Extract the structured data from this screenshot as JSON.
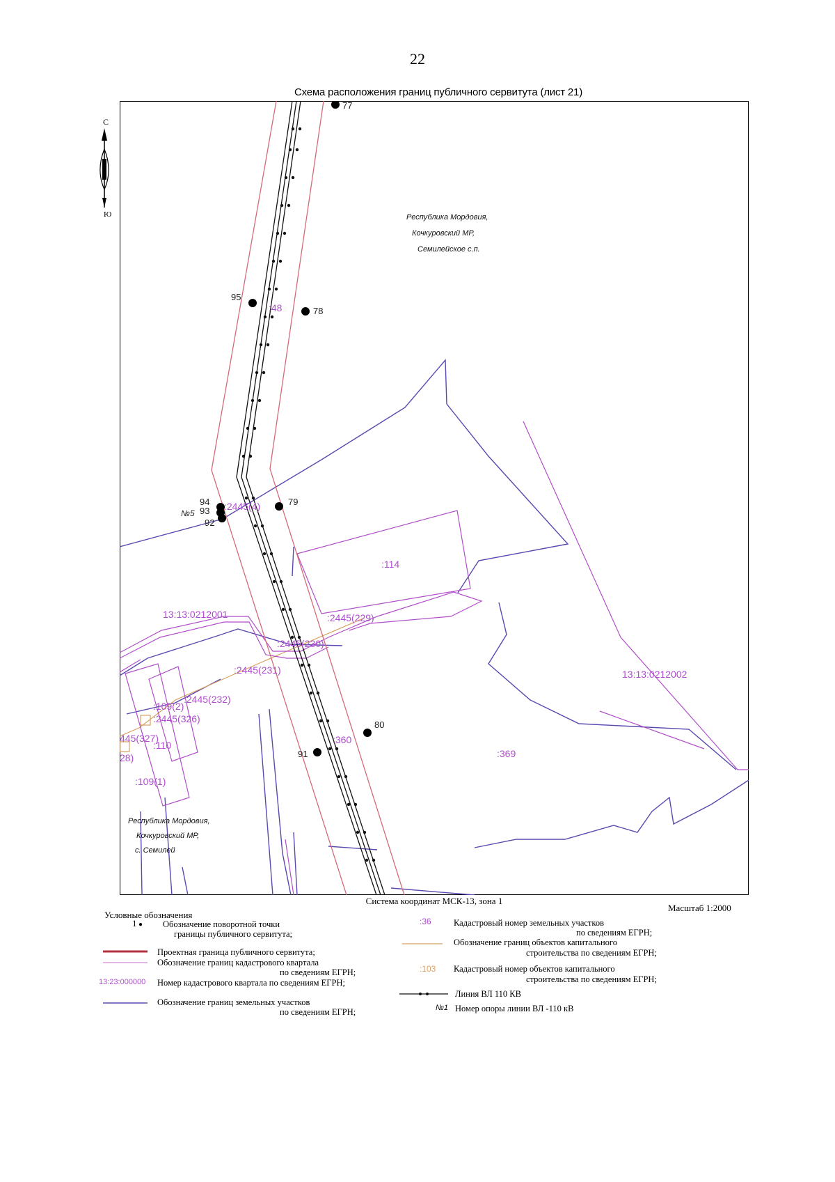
{
  "page_number": "22",
  "title": "Схема расположения границ публичного сервитута (лист 21)",
  "north_arrow": {
    "top_label": "С",
    "bottom_label": "Ю"
  },
  "region_labels": {
    "semileiskoe": [
      "Республика Мордовия,",
      "Кочкуровский МР,",
      "Семилейское с.п."
    ],
    "semiley": [
      "Республика Мордовия,",
      "Кочкуровский МР,",
      "с. Семилей"
    ]
  },
  "points": [
    {
      "label": "77"
    },
    {
      "label": "95"
    },
    {
      "label": "78"
    },
    {
      "label": "94"
    },
    {
      "label": "93"
    },
    {
      "label": "92"
    },
    {
      "label": "79"
    },
    {
      "label": "80"
    },
    {
      "label": "91"
    }
  ],
  "pole_label": "№5",
  "parcel_labels": {
    "p48": ":48",
    "p2445_4": ":2445(4)",
    "p114": ":114",
    "p2445_229": ":2445(229)",
    "p2445_230": ":2445(230)",
    "p2445_231": ":2445(231)",
    "p2445_232": ":2445(232)",
    "p109_2": ":109(2)",
    "p2445_326": ":2445(326)",
    "p445_327": "445(327)",
    "p110": ":110",
    "p28": "28)",
    "p109_1": ":109(1)",
    "p360": ":360",
    "p369": ":369"
  },
  "quarter_labels": {
    "left": "13:13:0212001",
    "right": "13:13:0212002"
  },
  "coord_system": "Система координат МСК-13, зона 1",
  "scale": "Масштаб 1:2000",
  "legend": {
    "title": "Условные обозначения",
    "point_sample": "1",
    "point_text": [
      "Обозначение поворотной точки",
      "границы публичного сервитута;"
    ],
    "servitude_text": "Проектная граница публичного сервитута;",
    "quarter_text": [
      "Обозначение границ кадастрового квартала",
      "по сведениям ЕГРН;"
    ],
    "quarter_number_sample": "13:23:000000",
    "quarter_number_text": "Номер кадастрового квартала по сведениям ЕГРН;",
    "parcel_bound_text": [
      "Обозначение границ земельных участков",
      "по сведениям ЕГРН;"
    ],
    "parcel_number_sample": ":36",
    "parcel_number_text": [
      "Кадастровый номер земельных участков",
      "по сведениям ЕГРН;"
    ],
    "building_bound_text": [
      "Обозначение границ объектов капитального",
      "строительства по сведениям ЕГРН;"
    ],
    "building_number_sample": ":103",
    "building_number_text": [
      "Кадастровый номер объектов капитального",
      "строительства по сведениям ЕГРН;"
    ],
    "line_text": "Линия ВЛ 110 КВ",
    "pole_sample": "№1",
    "pole_text": "Номер опоры линии ВЛ -110 кВ"
  },
  "colors": {
    "servitude": "#d46a78",
    "quarter": "#b14ec9",
    "parcel": "#5b48b0",
    "building": "#d8a060",
    "label_purple": "#b04cd0",
    "line": "#111111"
  }
}
